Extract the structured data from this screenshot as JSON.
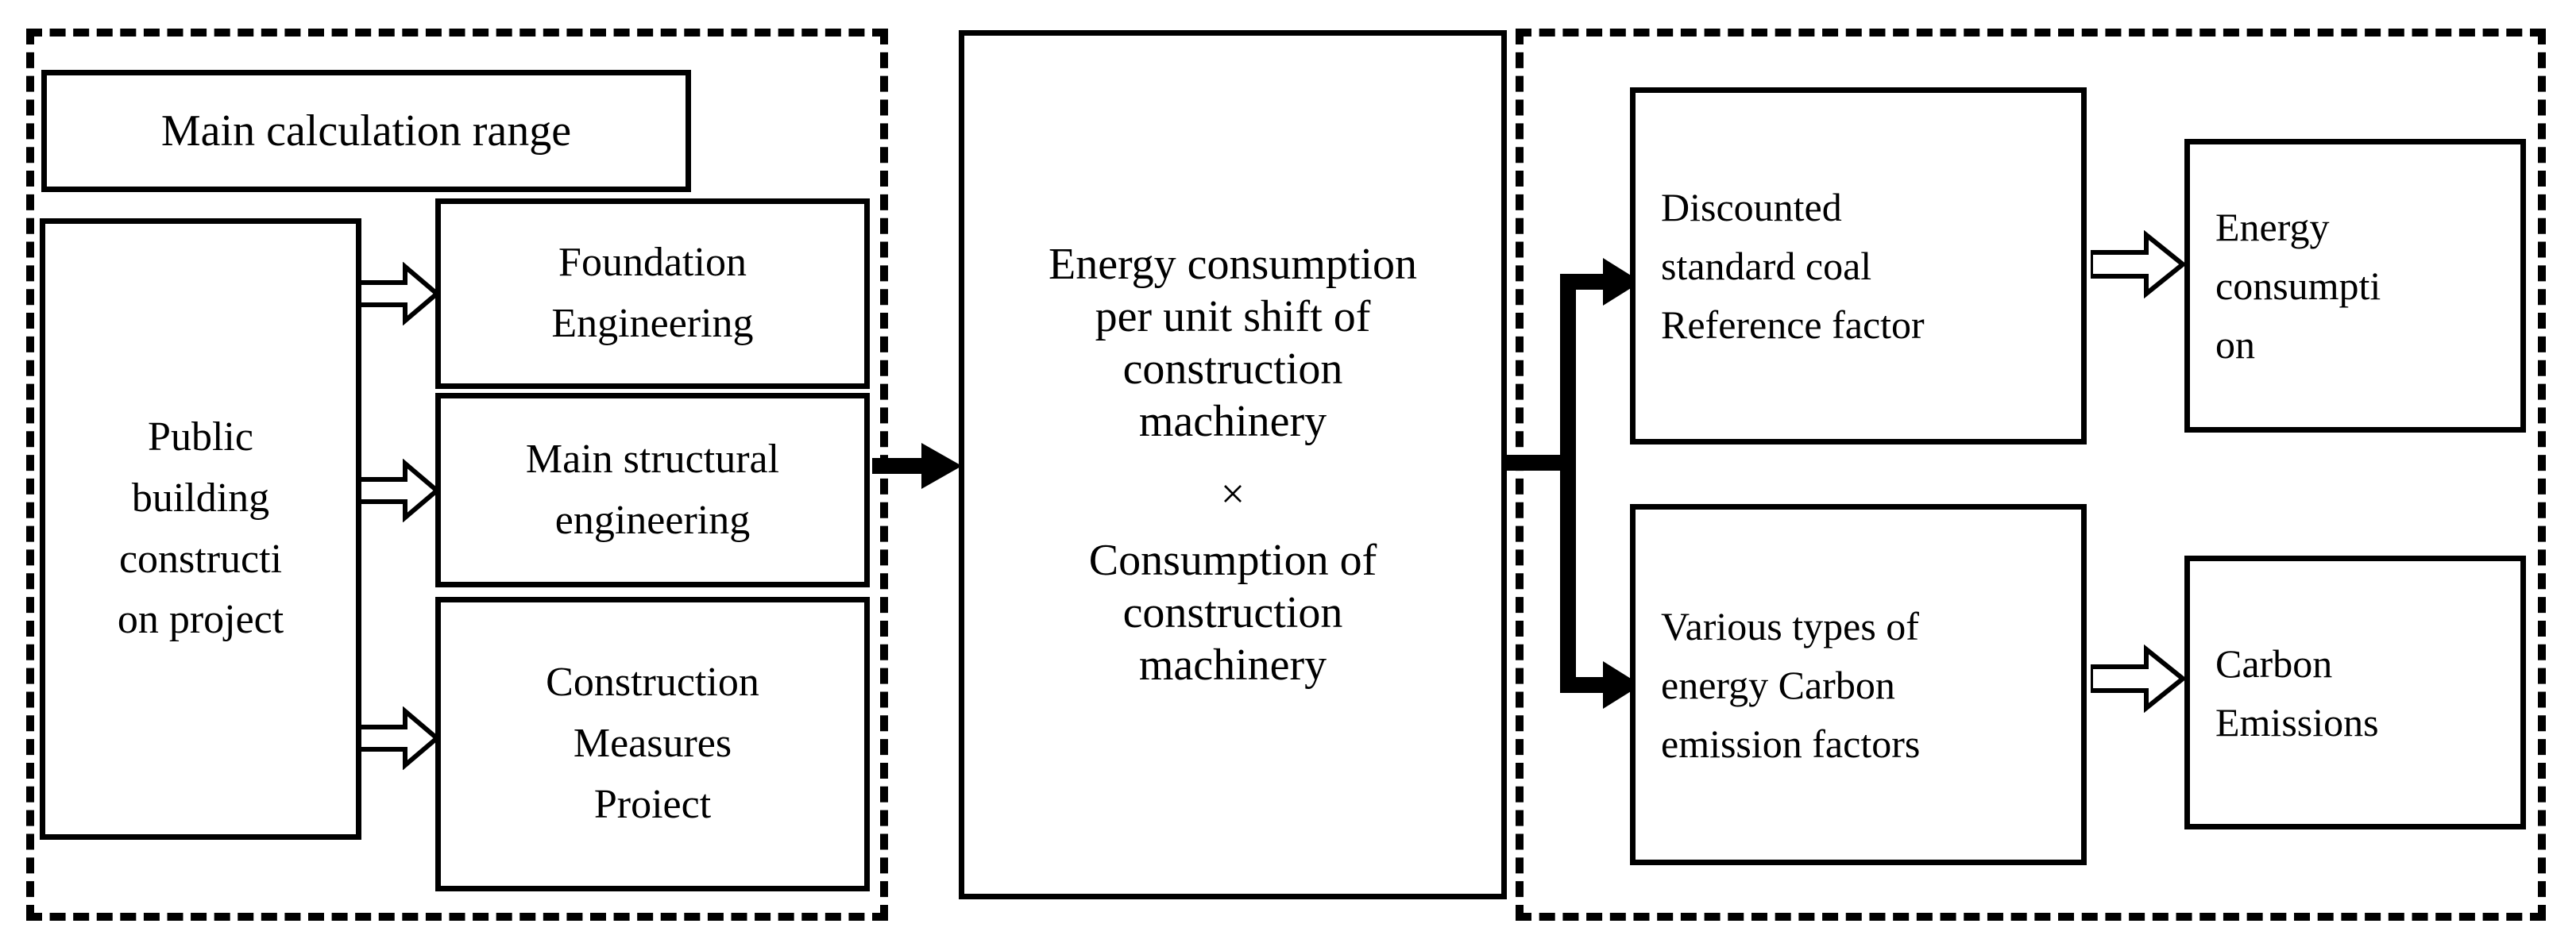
{
  "diagram": {
    "title_box": {
      "label": "Main calculation range"
    },
    "panels": {
      "left": {
        "name": "main-calculation-range-panel"
      },
      "right": {
        "name": "conversion-results-panel"
      }
    },
    "left_panel": {
      "source_node": {
        "label": "Public\nbuilding\nconstructi\non project"
      },
      "targets": [
        {
          "label": "Foundation\nEngineering"
        },
        {
          "label": "Main structural\nengineering"
        },
        {
          "label": "Construction\nMeasures\nProiect"
        }
      ]
    },
    "middle_panel": {
      "line1": "Energy consumption",
      "line2": "per unit shift of",
      "line3": "construction",
      "line4": "machinery",
      "operator": "×",
      "line5": "Consumption of",
      "line6": "construction",
      "line7": "machinery"
    },
    "right_panel": {
      "factor_nodes": [
        {
          "label": "Discounted\nstandard coal\nReference factor"
        },
        {
          "label": "Various types of\nenergy Carbon\nemission factors"
        }
      ],
      "result_nodes": [
        {
          "label": "Energy\nconsumpti\non"
        },
        {
          "label": "Carbon\nEmissions"
        }
      ]
    },
    "colors": {
      "stroke": "#000000",
      "fill": "#ffffff"
    }
  }
}
